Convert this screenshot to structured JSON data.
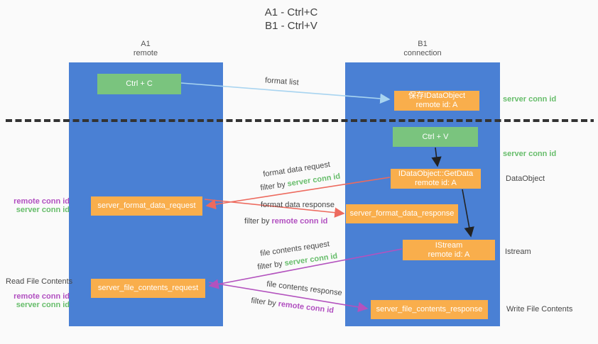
{
  "title": {
    "line1": "A1 - Ctrl+C",
    "line2": "B1 - Ctrl+V"
  },
  "columns": {
    "left": {
      "name": "A1",
      "role": "remote"
    },
    "right": {
      "name": "B1",
      "role": "connection"
    }
  },
  "nodes": {
    "ctrl_c": {
      "label": "Ctrl + C"
    },
    "ctrl_v": {
      "label": "Ctrl + V"
    },
    "save_dataobject": {
      "line1": "保存IDataObject",
      "line2": "remote id: A"
    },
    "getdata": {
      "line1": "IDataObject::GetData",
      "line2": "remote id: A"
    },
    "istream": {
      "line1": "IStream",
      "line2": "remote id: A"
    },
    "server_format_data_request": {
      "label": "server_format_data_request"
    },
    "server_format_data_response": {
      "label": "server_format_data_response"
    },
    "server_file_contents_request": {
      "label": "server_file_contents_request"
    },
    "server_file_contents_response": {
      "label": "server_file_contents_response"
    }
  },
  "arrow_labels": {
    "format_list": "format list",
    "format_data_request": "format data request",
    "format_data_response": "format data response",
    "file_contents_request": "file contents request",
    "file_contents_response": "file contents response",
    "filter_by": "filter by",
    "server_conn_id": "server conn id",
    "remote_conn_id": "remote conn id"
  },
  "side_labels": {
    "server_conn_id_1": "server conn id",
    "server_conn_id_2": "server conn id",
    "dataobject": "DataObject",
    "istream": "Istream",
    "write_file_contents": "Write File Contents",
    "read_file_contents": "Read File Contents",
    "remote_conn_id_1": "remote conn id",
    "server_conn_id_3": "server conn id",
    "remote_conn_id_2": "remote conn id",
    "server_conn_id_4": "server conn id"
  },
  "colors": {
    "column_blue": "#4a80d4",
    "green_box": "#7ac47e",
    "orange_box": "#f9ae4c",
    "blue_arrow": "#a8d4f0",
    "red_arrow": "#ed6a5e",
    "purple_arrow": "#b352be",
    "black_arrow": "#222222",
    "green_text": "#67bd6b",
    "purple_text": "#b14fc0"
  }
}
